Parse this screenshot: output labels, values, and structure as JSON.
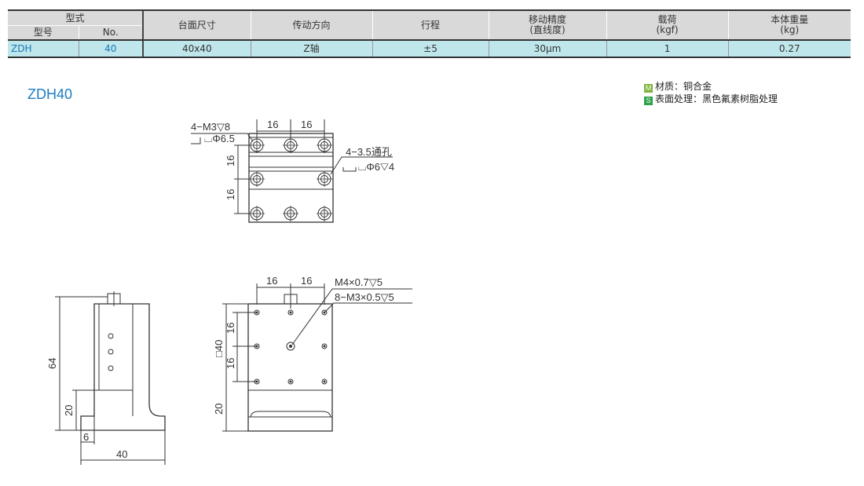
{
  "table": {
    "group_header": "型式",
    "sub_headers": [
      "型号",
      "No."
    ],
    "columns": [
      "台面尺寸",
      "传动方向",
      "行程",
      "移动精度",
      "载荷",
      "本体重量"
    ],
    "column_subs": [
      "",
      "",
      "",
      "(直线度)",
      "(kgf)",
      "(kg)"
    ],
    "row": {
      "model": "ZDH",
      "no": "40",
      "values": [
        "40x40",
        "Z轴",
        "±5",
        "30μm",
        "1",
        "0.27"
      ]
    }
  },
  "product_title": "ZDH40",
  "notes": [
    {
      "badge": "M",
      "text": "材质：铜合金"
    },
    {
      "badge": "S",
      "text": "表面处理：黑色氟素树脂处理"
    }
  ],
  "drawing": {
    "top": {
      "label_a1": "4−M3▽8",
      "label_a2": "⌴Φ6.5",
      "label_b1": "4−3.5通孔",
      "label_b2": "⌴Φ6▽4",
      "dim_h1": "16",
      "dim_h2": "16",
      "dim_v1": "16",
      "dim_v2": "16"
    },
    "side": {
      "dim_height": "64",
      "dim_base": "20",
      "dim_small": "6",
      "dim_width": "40"
    },
    "front": {
      "dim_h1": "16",
      "dim_h2": "16",
      "label_m4": "M4×0.7▽5",
      "label_m3": "8−M3×0.5▽5",
      "dim_v1": "16",
      "dim_v2": "16",
      "dim_sq": "□40",
      "dim_base": "20"
    }
  }
}
